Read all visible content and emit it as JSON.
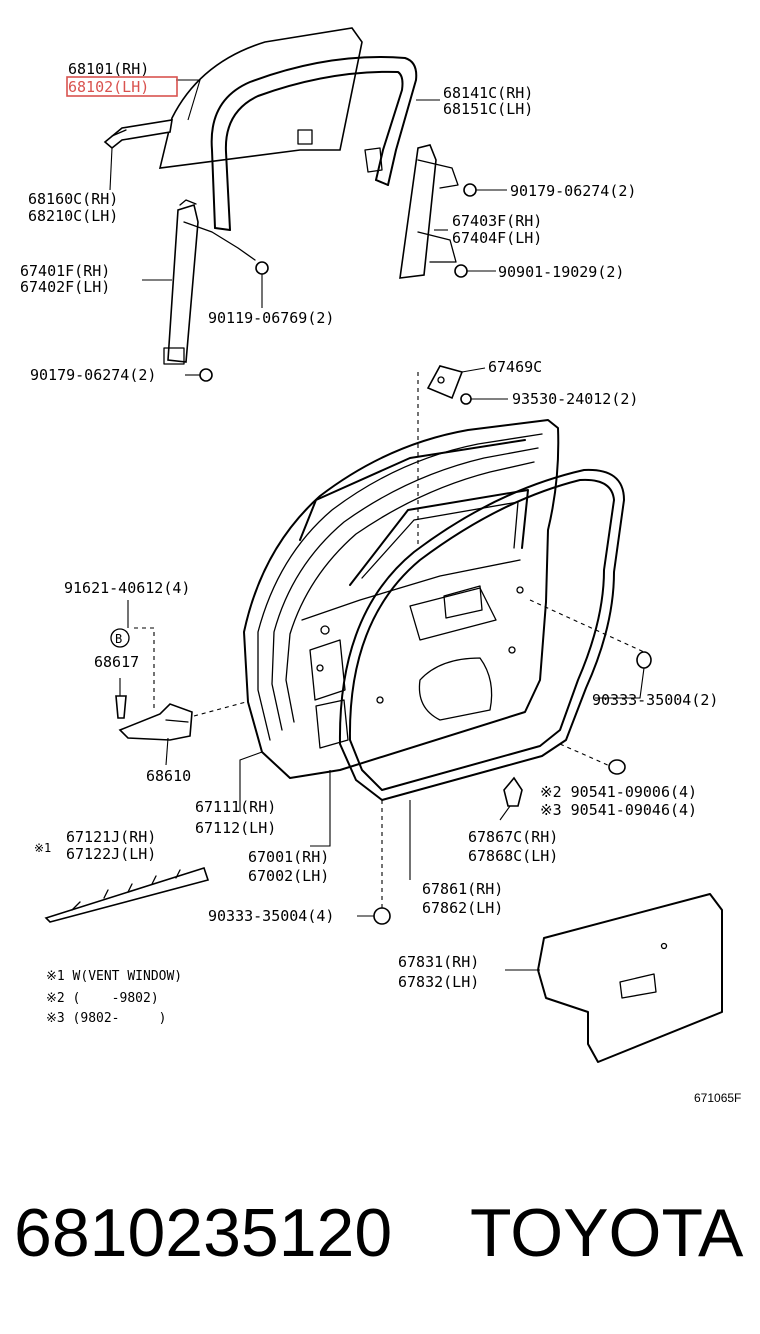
{
  "highlight_color": "#d9534f",
  "labels": {
    "p68101": "68101(RH)",
    "p68102": "68102(LH)",
    "p68141c": "68141C(RH)",
    "p68151c": "68151C(LH)",
    "p68160c": "68160C(RH)",
    "p68210c": "68210C(LH)",
    "p90179_a": "90179-06274(2)",
    "p67403f": "67403F(RH)",
    "p67404f": "67404F(LH)",
    "p67401f": "67401F(RH)",
    "p67402f": "67402F(LH)",
    "p90901": "90901-19029(2)",
    "p90119": "90119-06769(2)",
    "p90179_b": "90179-06274(2)",
    "p67469c": "67469C",
    "p93530": "93530-24012(2)",
    "p91621": "91621-40612(4)",
    "b_marker": "B",
    "p68617": "68617",
    "p68610": "68610",
    "p90333_a": "90333-35004(2)",
    "p67111": "67111(RH)",
    "p67112": "67112(LH)",
    "p90541_a": "※2 90541-09006(4)",
    "p90541_b": "※3 90541-09046(4)",
    "mark1": "※1",
    "p67121j": "67121J(RH)",
    "p67122j": "67122J(LH)",
    "p67001": "67001(RH)",
    "p67002": "67002(LH)",
    "p67867c": "67867C(RH)",
    "p67868c": "67868C(LH)",
    "p67861": "67861(RH)",
    "p67862": "67862(LH)",
    "p90333_b": "90333-35004(4)",
    "p67831": "67831(RH)",
    "p67832": "67832(LH)"
  },
  "notes": [
    "※1 W(VENT WINDOW)",
    "※2 (    -9802)",
    "※3 (9802-     )"
  ],
  "figure_id": "671065F",
  "footer": {
    "part_number": "6810235120",
    "brand": "TOYOTA"
  }
}
